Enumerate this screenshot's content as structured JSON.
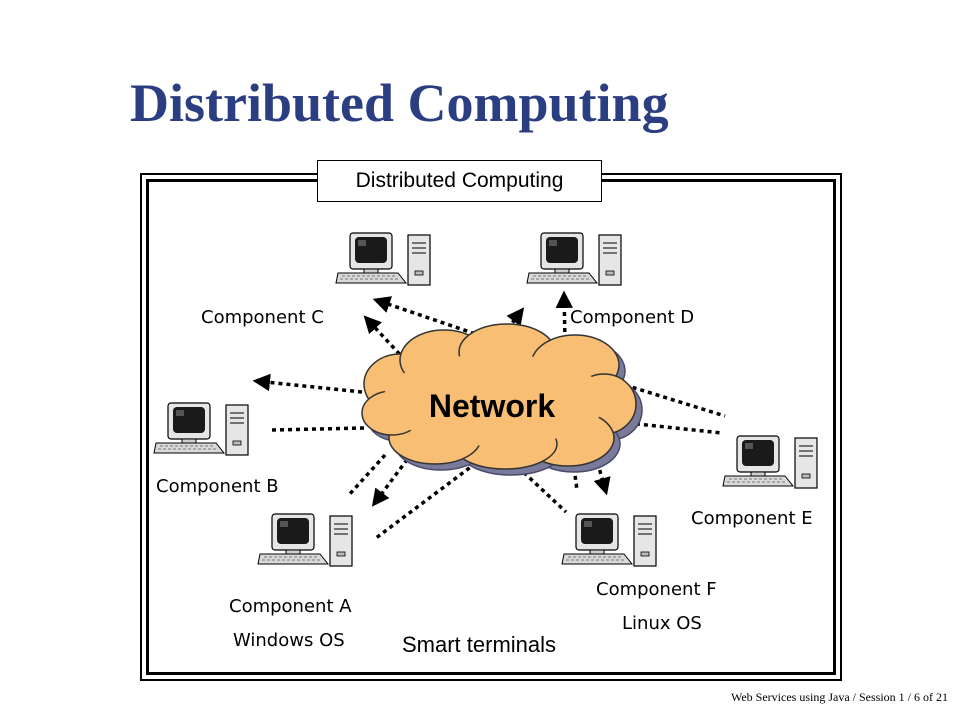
{
  "slide": {
    "title": "Distributed Computing",
    "footer": "Web Services using Java / Session 1 / 6 of 21"
  },
  "diagram": {
    "frame_label": "Distributed Computing",
    "network_label": "Network",
    "caption": "Smart terminals",
    "components": [
      {
        "id": "a",
        "name": "Component A",
        "os": "Windows OS"
      },
      {
        "id": "b",
        "name": "Component B"
      },
      {
        "id": "c",
        "name": "Component C"
      },
      {
        "id": "d",
        "name": "Component D"
      },
      {
        "id": "e",
        "name": "Component E"
      },
      {
        "id": "f",
        "name": "Component F",
        "os": "Linux OS"
      }
    ]
  },
  "colors": {
    "title": "#2B3E82",
    "cloud_fill": "#F7BE74",
    "cloud_shadow": "#7A7A9A",
    "arrow": "#000000"
  }
}
